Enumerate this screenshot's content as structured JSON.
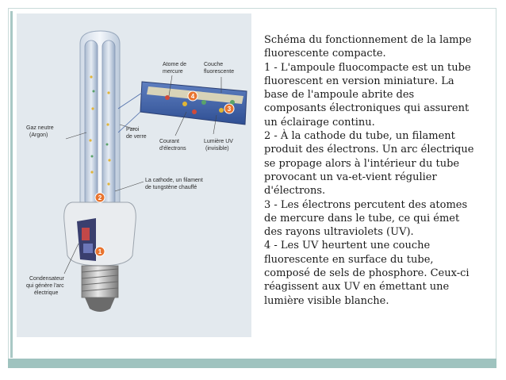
{
  "diagram": {
    "labels": {
      "atom": [
        "Atome de",
        "mercure"
      ],
      "layer": [
        "Couche",
        "fluorescente"
      ],
      "gas": [
        "Gaz neutre",
        "(Argon)"
      ],
      "wall": [
        "Paroi",
        "de verre"
      ],
      "current": [
        "Courant",
        "d'électrons"
      ],
      "uv": [
        "Lumière UV",
        "(invisible)"
      ],
      "cathode": [
        "La cathode, un filament",
        "de tungstène chauffé"
      ],
      "capacitor": [
        "Condensateur",
        "qui génère l'arc",
        "électrique"
      ]
    },
    "markers": [
      "1",
      "2",
      "3",
      "4"
    ]
  },
  "caption": {
    "paragraphs": [
      "Schéma du fonctionnement de la lampe fluorescente compacte.",
      "1 - L'ampoule fluocompacte est un tube fluorescent en version miniature. La base de l'ampoule abrite des composants électroniques qui assurent un éclairage continu.",
      "2 - À la cathode du tube, un filament produit des électrons. Un arc électrique se propage alors à l'intérieur du tube provocant un va-et-vient régulier d'électrons.",
      "3 - Les électrons percutent des atomes de mercure dans le tube, ce qui émet des rayons ultraviolets (UV).",
      "4 - Les UV heurtent une couche fluorescente en surface du tube, composé de sels de phosphore. Ceux-ci réagissent aux UV en émettant une lumière visible blanche."
    ]
  }
}
